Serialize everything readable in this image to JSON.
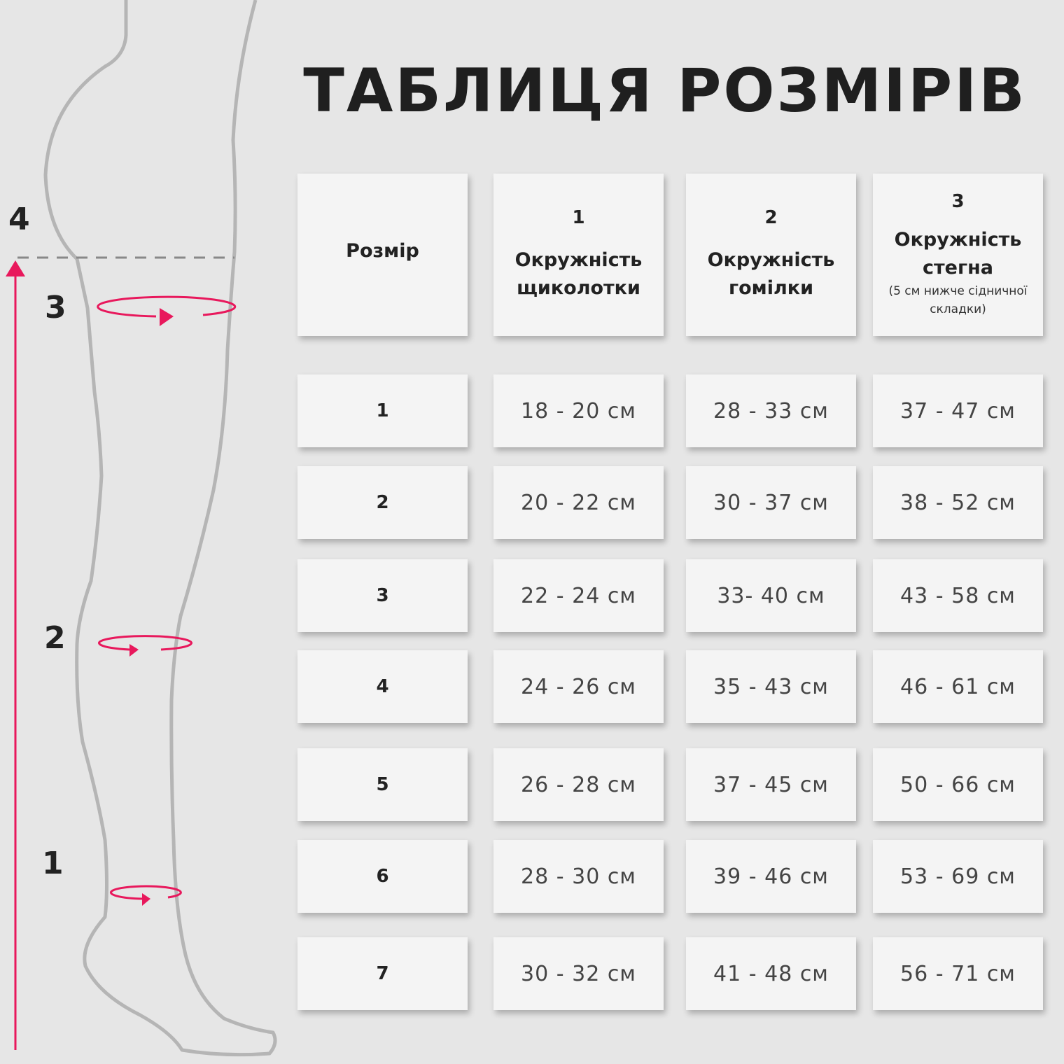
{
  "title": "ТАБЛИЦЯ РОЗМІРІВ",
  "colors": {
    "accent": "#e8185c",
    "outline": "#b5b5b5",
    "background": "#e6e6e6"
  },
  "diagram": {
    "labels": [
      "4",
      "3",
      "2",
      "1"
    ]
  },
  "header": {
    "size_label": "Розмір",
    "columns": [
      {
        "num": "1",
        "label": "Окружність щиколотки"
      },
      {
        "num": "2",
        "label": "Окружність гомілки"
      },
      {
        "num": "3",
        "label": "Окружність стегна",
        "note": "(5 см нижче сідничної складки)"
      }
    ]
  },
  "rows": [
    {
      "size": "1",
      "values": [
        "18 - 20 см",
        "28 - 33 см",
        "37 - 47 см"
      ]
    },
    {
      "size": "2",
      "values": [
        "20 - 22 см",
        "30 - 37 см",
        "38 - 52 см"
      ]
    },
    {
      "size": "3",
      "values": [
        "22 - 24 см",
        "33- 40 см",
        "43 - 58 см"
      ]
    },
    {
      "size": "4",
      "values": [
        "24 - 26 см",
        "35 - 43 см",
        "46 - 61 см"
      ]
    },
    {
      "size": "5",
      "values": [
        "26 - 28 см",
        "37 - 45 см",
        "50 - 66 см"
      ]
    },
    {
      "size": "6",
      "values": [
        "28 - 30 см",
        "39 - 46 см",
        "53 - 69 см"
      ]
    },
    {
      "size": "7",
      "values": [
        "30 - 32 см",
        "41 - 48 см",
        "56 - 71 см"
      ]
    }
  ]
}
